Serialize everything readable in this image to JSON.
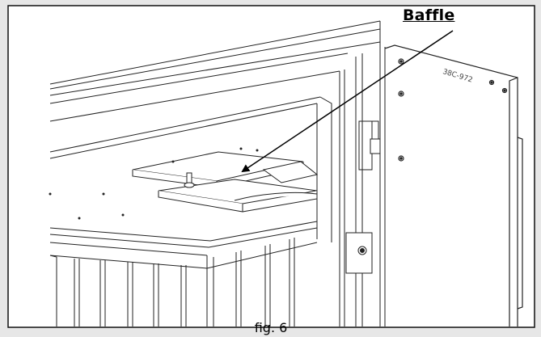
{
  "callout": {
    "label": "Baffle"
  },
  "caption": "fig. 6",
  "part_number": "38C-972"
}
